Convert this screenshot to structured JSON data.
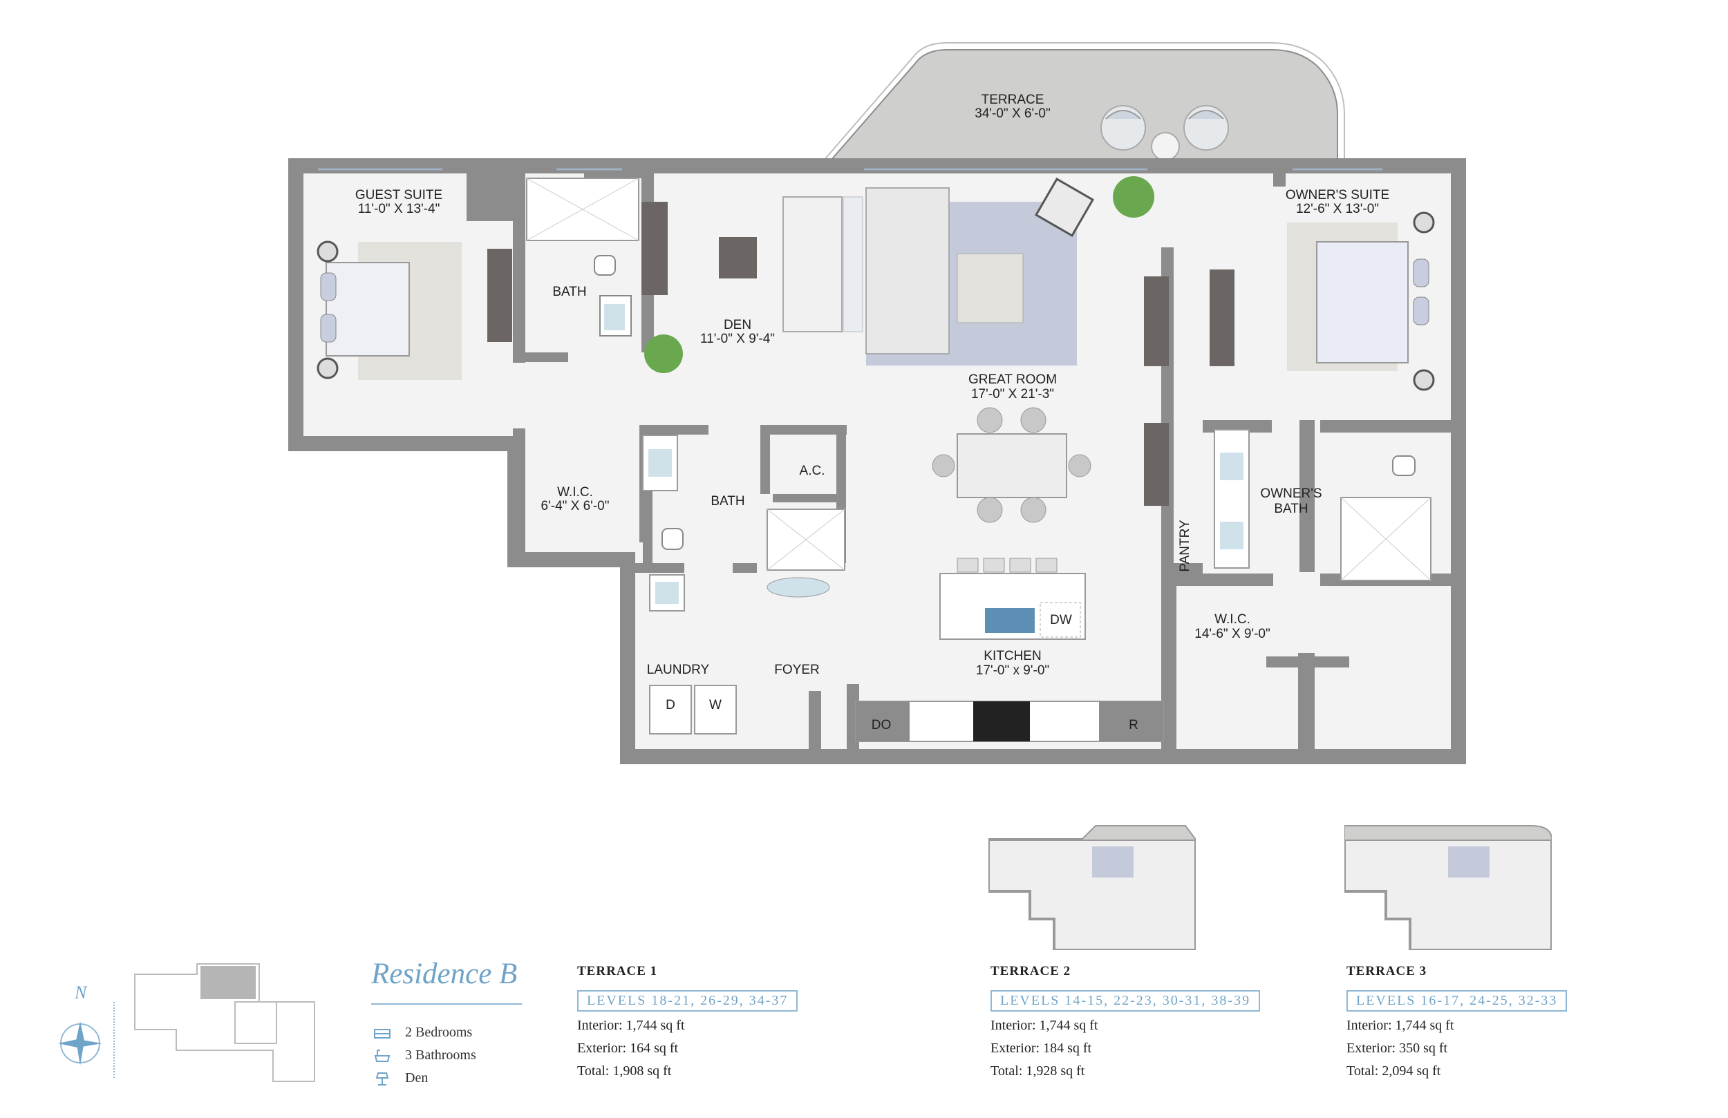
{
  "rooms": {
    "terrace": {
      "name": "TERRACE",
      "dims": "34'-0\" X 6'-0\""
    },
    "guest_suite": {
      "name": "GUEST SUITE",
      "dims": "11'-0\" X 13'-4\""
    },
    "guest_bath": {
      "name": "BATH"
    },
    "den": {
      "name": "DEN",
      "dims": "11'-0\" X 9'-4\""
    },
    "great_room": {
      "name": "GREAT ROOM",
      "dims": "17'-0\" X 21'-3\""
    },
    "owners_suite": {
      "name": "OWNER'S SUITE",
      "dims": "12'-6\" X 13'-0\""
    },
    "wic_guest": {
      "name": "W.I.C.",
      "dims": "6'-4\" X 6'-0\""
    },
    "hall_bath": {
      "name": "BATH"
    },
    "ac": {
      "name": "A.C."
    },
    "owners_bath": {
      "name_line1": "OWNER'S",
      "name_line2": "BATH"
    },
    "pantry": {
      "name": "PANTRY"
    },
    "wic_owner": {
      "name": "W.I.C.",
      "dims": "14'-6\" X 9'-0\""
    },
    "kitchen": {
      "name": "KITCHEN",
      "dims": "17'-0\" x 9'-0\""
    },
    "laundry": {
      "name": "LAUNDRY"
    },
    "foyer": {
      "name": "FOYER"
    }
  },
  "appliances": {
    "dryer": "D",
    "washer": "W",
    "dishwasher": "DW",
    "double_oven": "DO",
    "refrigerator": "R"
  },
  "compass": {
    "north": "N"
  },
  "residence": {
    "name": "Residence B",
    "features": [
      {
        "icon": "bed-icon",
        "label": "2 Bedrooms"
      },
      {
        "icon": "bathtub-icon",
        "label": "3 Bathrooms"
      },
      {
        "icon": "desk-lamp-icon",
        "label": "Den"
      }
    ]
  },
  "terraces": [
    {
      "title": "TERRACE 1",
      "levels": "LEVELS 18-21, 26-29, 34-37",
      "interior": "Interior: 1,744 sq ft",
      "exterior": "Exterior: 164 sq ft",
      "total": "Total: 1,908 sq ft"
    },
    {
      "title": "TERRACE 2",
      "levels": "LEVELS 14-15, 22-23, 30-31, 38-39",
      "interior": "Interior: 1,744 sq ft",
      "exterior": "Exterior: 184 sq ft",
      "total": "Total: 1,928 sq ft"
    },
    {
      "title": "TERRACE 3",
      "levels": "LEVELS 16-17, 24-25, 32-33",
      "interior": "Interior: 1,744 sq ft",
      "exterior": "Exterior: 350 sq ft",
      "total": "Total: 2,094 sq ft"
    }
  ],
  "colors": {
    "wall": "#8c8c8c",
    "floor": "#f2f2f2",
    "terrace": "#d4d4d2",
    "accent": "#6fa3c8",
    "rug": "#c5cadb",
    "cabinet": "#6b6664"
  }
}
